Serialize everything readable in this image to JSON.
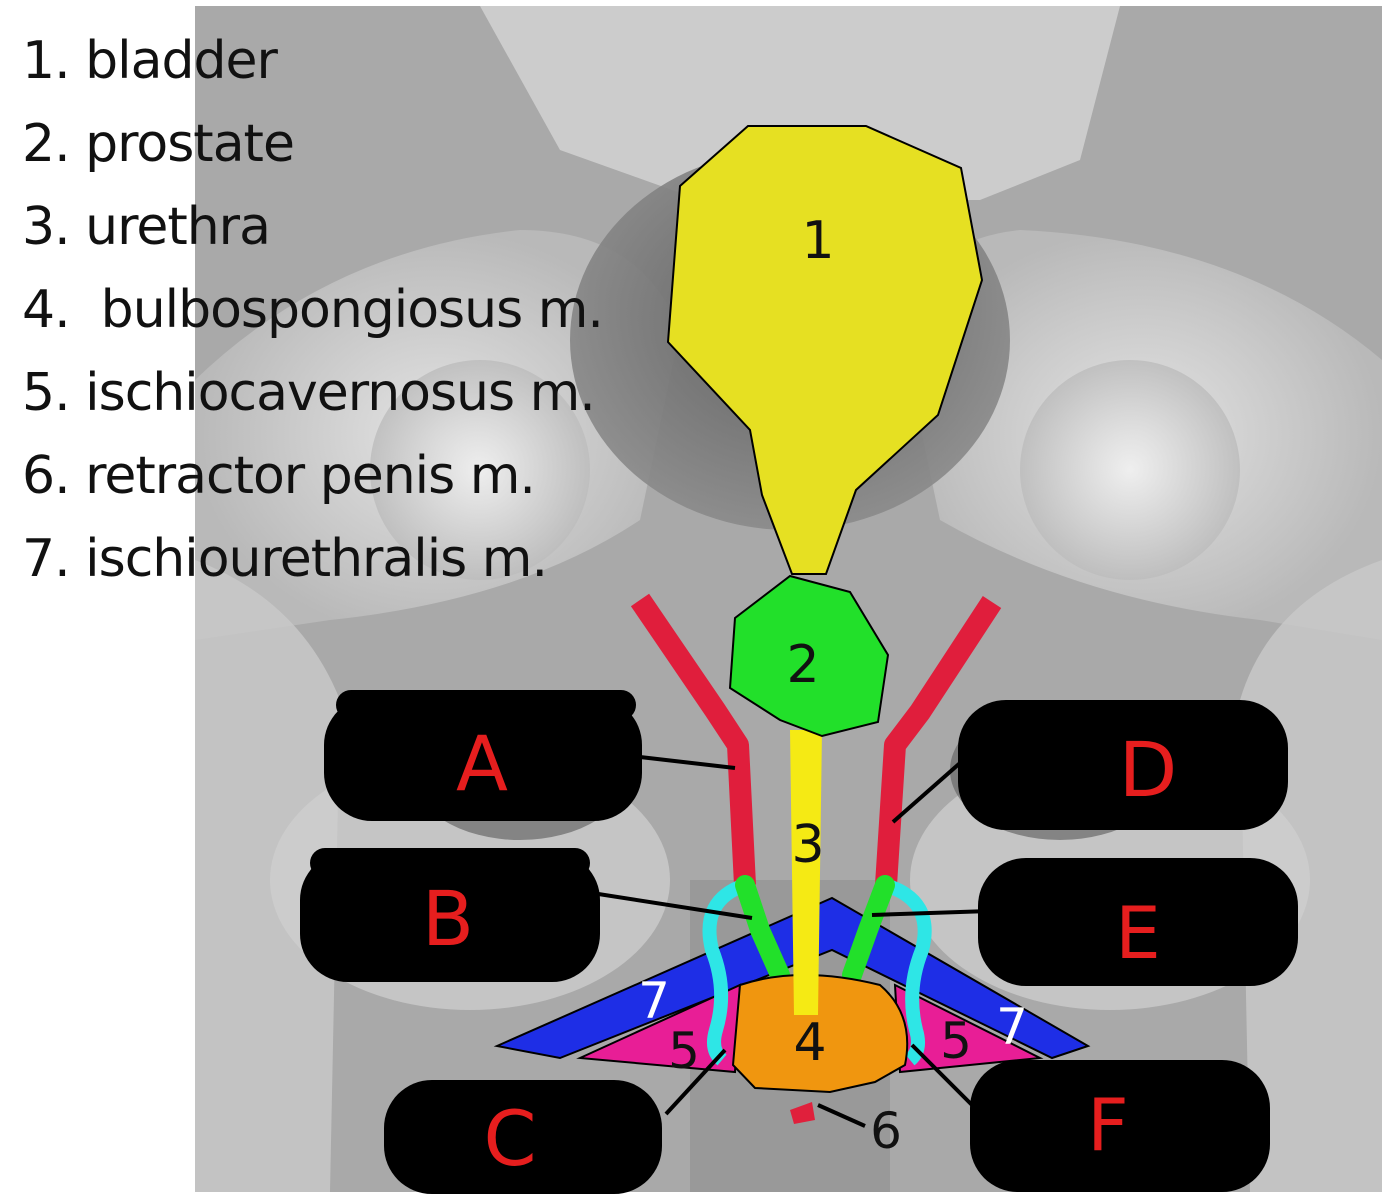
{
  "legend": [
    {
      "num": "1.",
      "text": " bladder"
    },
    {
      "num": "2.",
      "text": " prostate"
    },
    {
      "num": "3.",
      "text": " urethra"
    },
    {
      "num": "4.",
      "text": "  bulbospongiosus m."
    },
    {
      "num": "5.",
      "text": " ischiocavernosus m."
    },
    {
      "num": "6.",
      "text": " retractor penis m."
    },
    {
      "num": "7.",
      "text": " ischiourethralis m."
    }
  ],
  "structures": {
    "bladder": {
      "number": "1",
      "color": "#e6e022"
    },
    "prostate": {
      "number": "2",
      "color": "#22e02a"
    },
    "urethra": {
      "number": "3",
      "color": "#f5ea14"
    },
    "bulbospongiosus": {
      "number": "4",
      "color": "#f0960f"
    },
    "ischiocavernosus": {
      "number": "5",
      "color": "#e81e96"
    },
    "retractor_penis": {
      "number": "6",
      "color": "#e0203c"
    },
    "ischiourethralis": {
      "number": "7",
      "color": "#1e2ee6"
    },
    "red_duct_color": "#e01e3c",
    "cyan_muscle_color": "#2ee6e6"
  },
  "answer_boxes": [
    {
      "letter": "A"
    },
    {
      "letter": "B"
    },
    {
      "letter": "C"
    },
    {
      "letter": "D"
    },
    {
      "letter": "E"
    },
    {
      "letter": "F"
    }
  ],
  "colors": {
    "redaction": "#000000",
    "letter_ink": "#e61e1e",
    "label_ink": "#111111"
  }
}
